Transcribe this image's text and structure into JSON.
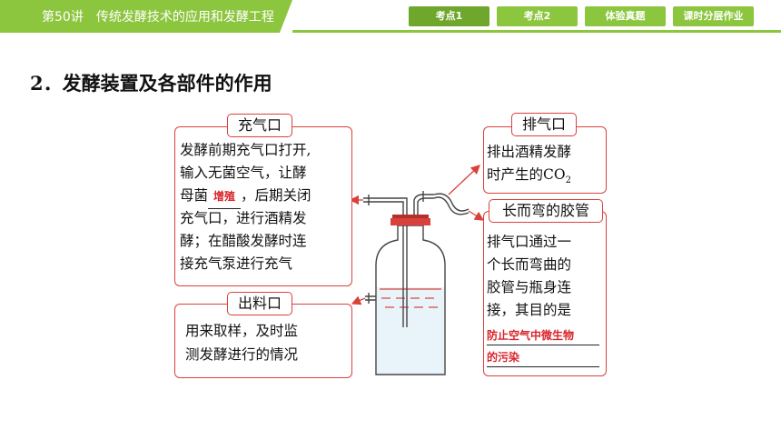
{
  "header": {
    "lecture_title": "第50讲　传统发酵技术的应用和发酵工程",
    "tabs": [
      {
        "label": "考点1",
        "active": true
      },
      {
        "label": "考点2",
        "active": false
      },
      {
        "label": "体验真题",
        "active": false
      },
      {
        "label": "课时分层作业",
        "active": false
      }
    ],
    "accent_color": "#8cc63e"
  },
  "heading": "2．发酵装置及各部件的作用",
  "inlet": {
    "label": "充气口",
    "line1": "发酵前期充气口打开,",
    "line2": "输入无菌空气，让酵",
    "line3_pre": "母菌",
    "line3_answer": "增殖",
    "line3_post": "，后期关闭",
    "line4": "充气口，进行酒精发",
    "line5": "酵；在醋酸发酵时连",
    "line6": "接充气泵进行充气"
  },
  "outlet_sample": {
    "label": "出料口",
    "line1": "用来取样，及时监",
    "line2": "测发酵进行的情况"
  },
  "exhaust": {
    "label": "排气口",
    "line1": "排出酒精发酵",
    "line2_pre": "时产生的CO",
    "line2_sub": "2"
  },
  "tube": {
    "label": "长而弯的胶管",
    "line1": "排气口通过一",
    "line2": "个长而弯曲的",
    "line3": "胶管与瓶身连",
    "line4": "接，其目的是",
    "answer1": "防止空气中微生物",
    "answer2": "的污染"
  },
  "colors": {
    "frame": "#d9413c",
    "answer": "#d9232a"
  }
}
